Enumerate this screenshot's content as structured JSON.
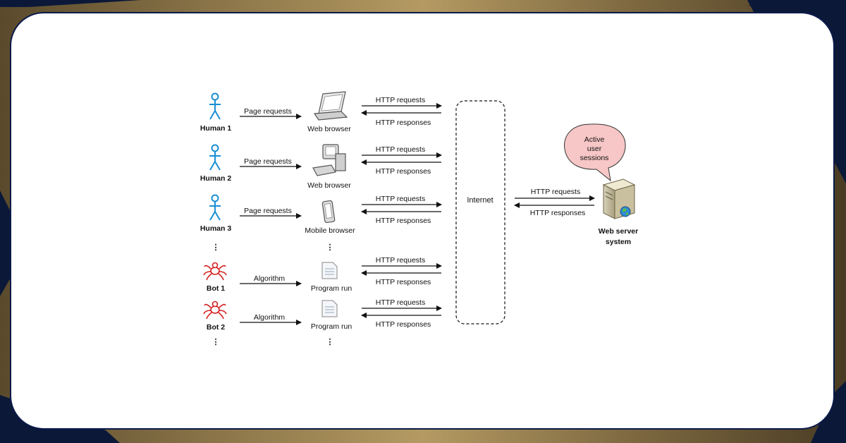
{
  "colors": {
    "human": "#1a8fd4",
    "bot": "#d42020",
    "bubble_fill": "#f7c6c6",
    "bubble_stroke": "#333333",
    "card_border": "#0a1a4a",
    "navy": "#0b1838"
  },
  "clients": [
    {
      "type": "human",
      "label": "Human 1",
      "action": "Page requests",
      "device_icon": "laptop-icon",
      "device": "Web browser"
    },
    {
      "type": "human",
      "label": "Human 2",
      "action": "Page requests",
      "device_icon": "desktop-computer-icon",
      "device": "Web browser"
    },
    {
      "type": "human",
      "label": "Human 3",
      "action": "Page requests",
      "device_icon": "mobile-phone-icon",
      "device": "Mobile browser"
    },
    {
      "type": "bot",
      "label": "Bot 1",
      "action": "Algorithm",
      "device_icon": "document-icon",
      "device": "Program run"
    },
    {
      "type": "bot",
      "label": "Bot 2",
      "action": "Algorithm",
      "device_icon": "document-icon",
      "device": "Program run"
    }
  ],
  "http": {
    "request": "HTTP requests",
    "response": "HTTP responses"
  },
  "internet": {
    "label": "Internet"
  },
  "server": {
    "label_line1": "Web server",
    "label_line2": "system",
    "icon": "server-icon"
  },
  "bubble": {
    "line1": "Active",
    "line2": "user",
    "line3": "sessions"
  },
  "ellipsis": "⋮"
}
